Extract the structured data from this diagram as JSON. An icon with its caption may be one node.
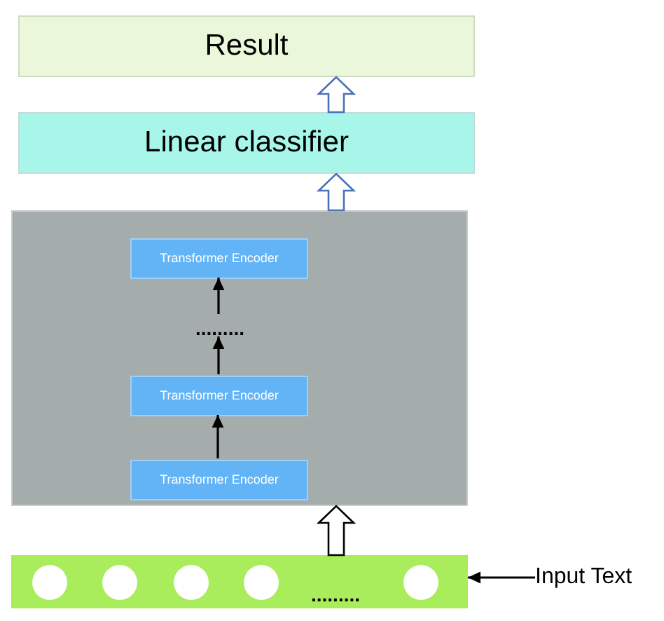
{
  "diagram": {
    "nodes": [
      {
        "text": [
          "Result"
        ]
      },
      {
        "text": [
          "Linear classifier"
        ]
      },
      {
        "text": [],
        "shape": "box"
      },
      {
        "text": [
          "Transformer Encoder"
        ],
        "in": 2
      },
      {
        "text": [
          "........."
        ],
        "in": 2
      },
      {
        "text": [
          "Transformer Encoder"
        ],
        "in": 2
      },
      {
        "text": [
          "Transformer Encoder"
        ],
        "in": 2
      },
      {
        "text": [],
        "shape": "box"
      },
      {
        "text": [],
        "shape": "circle",
        "in": 7
      },
      {
        "text": [],
        "shape": "circle",
        "in": 7
      },
      {
        "text": [],
        "shape": "circle",
        "in": 7
      },
      {
        "text": [],
        "shape": "circle",
        "in": 7
      },
      {
        "text": [],
        "shape": "circle",
        "in": 7
      },
      {
        "text": [
          "Input Text"
        ]
      }
    ],
    "edges": [
      {
        "from": 1,
        "to": 0,
        "arrow": "to",
        "style": "thick",
        "color": "#4a72b8"
      },
      {
        "from": 2,
        "to": 1,
        "arrow": "to",
        "style": "thick",
        "color": "#4a72b8"
      },
      {
        "from": 4,
        "to": 3,
        "arrow": "to"
      },
      {
        "from": 5,
        "to": 4,
        "arrow": "to"
      },
      {
        "from": 6,
        "to": 5,
        "arrow": "to"
      },
      {
        "from": 7,
        "to": 2,
        "arrow": "to",
        "style": "thick"
      },
      {
        "from": 13,
        "to": 7,
        "arrow": "to"
      }
    ],
    "labels": [
      "........."
    ]
  }
}
